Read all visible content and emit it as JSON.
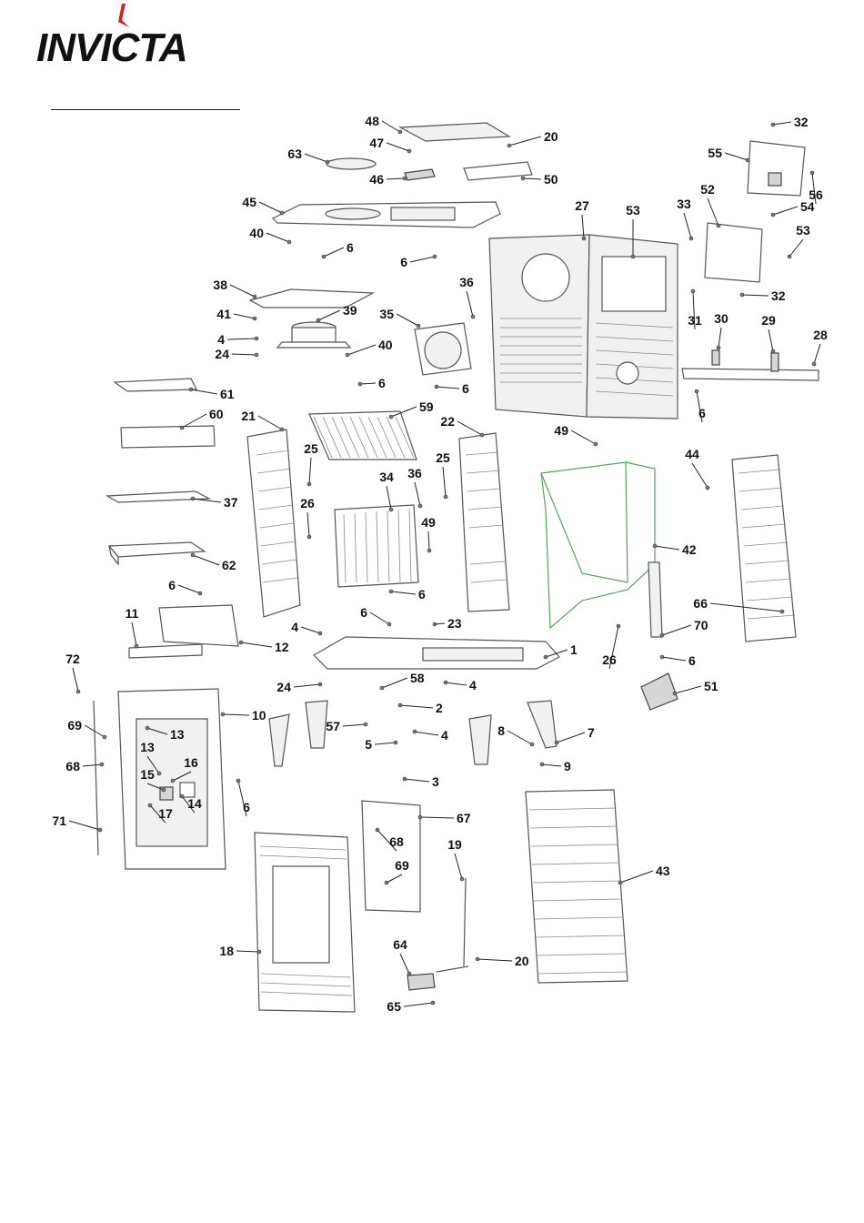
{
  "brand": {
    "name": "INVICTA",
    "logo_color": "#d42020"
  },
  "colors": {
    "line": "#444444",
    "hopper_outline": "#5aa05a",
    "brand_red": "#d42020"
  },
  "callouts": [
    "48",
    "32",
    "20",
    "47",
    "63",
    "50",
    "46",
    "55",
    "56",
    "45",
    "52",
    "54",
    "33",
    "53",
    "27",
    "40",
    "6",
    "6",
    "53",
    "38",
    "36",
    "32",
    "41",
    "39",
    "35",
    "31",
    "30",
    "29",
    "28",
    "4",
    "40",
    "24",
    "6",
    "6",
    "6",
    "61",
    "21",
    "59",
    "60",
    "22",
    "49",
    "25",
    "36",
    "25",
    "34",
    "44",
    "37",
    "26",
    "49",
    "42",
    "62",
    "6",
    "6",
    "66",
    "11",
    "6",
    "4",
    "23",
    "70",
    "12",
    "1",
    "72",
    "26",
    "6",
    "24",
    "58",
    "4",
    "51",
    "10",
    "2",
    "69",
    "13",
    "57",
    "5",
    "4",
    "8",
    "7",
    "13",
    "16",
    "68",
    "15",
    "14",
    "9",
    "17",
    "3",
    "6",
    "71",
    "67",
    "19",
    "43",
    "68",
    "69",
    "64",
    "18",
    "20",
    "65"
  ]
}
